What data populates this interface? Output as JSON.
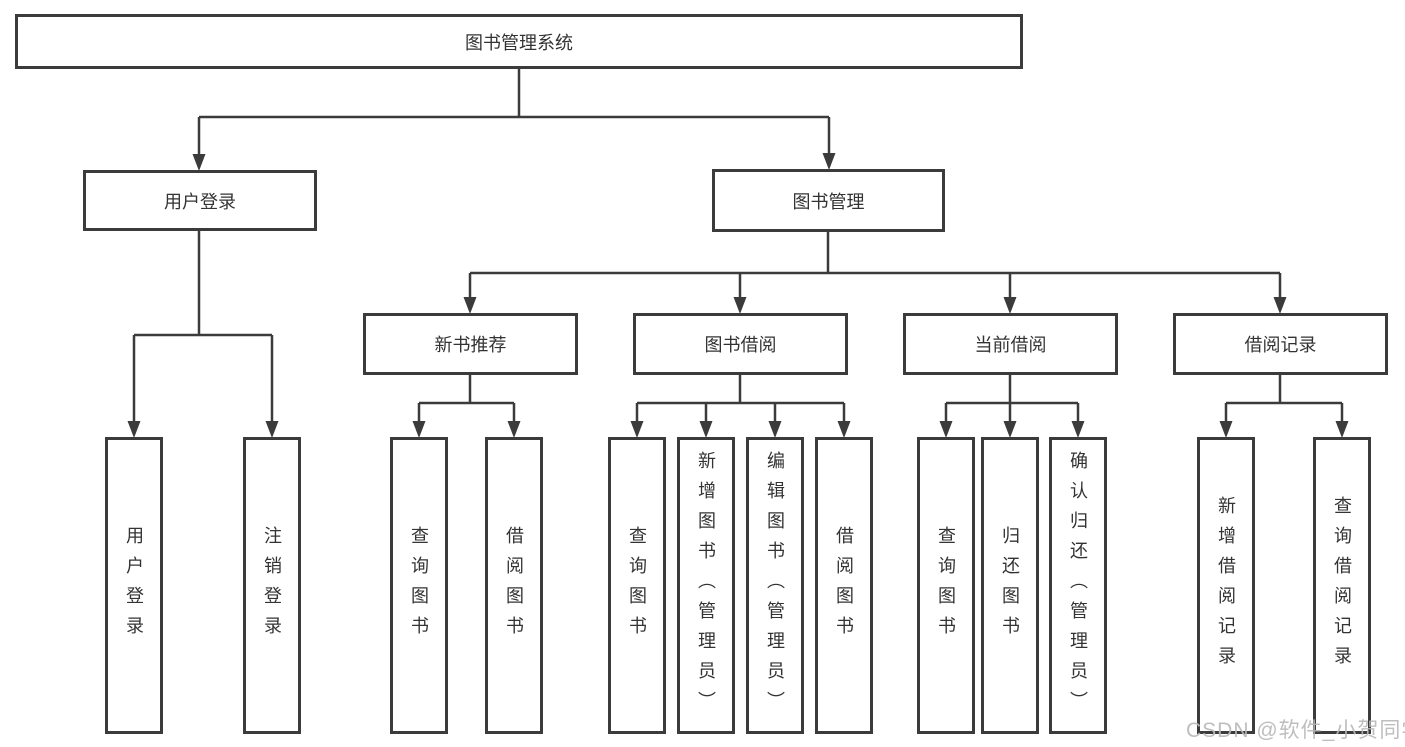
{
  "tree": {
    "root": {
      "label": "图书管理系统",
      "children": [
        {
          "label": "用户登录",
          "children": [
            {
              "label": "用户登录"
            },
            {
              "label": "注销登录"
            }
          ]
        },
        {
          "label": "图书管理",
          "children": [
            {
              "label": "新书推荐",
              "children": [
                {
                  "label": "查询图书"
                },
                {
                  "label": "借阅图书"
                }
              ]
            },
            {
              "label": "图书借阅",
              "children": [
                {
                  "label": "查询图书"
                },
                {
                  "label": "新增图书（管理员）"
                },
                {
                  "label": "编辑图书（管理员）"
                },
                {
                  "label": "借阅图书"
                }
              ]
            },
            {
              "label": "当前借阅",
              "children": [
                {
                  "label": "查询图书"
                },
                {
                  "label": "归还图书"
                },
                {
                  "label": "确认归还（管理员）"
                }
              ]
            },
            {
              "label": "借阅记录",
              "children": [
                {
                  "label": "新增借阅记录"
                },
                {
                  "label": "查询借阅记录"
                }
              ]
            }
          ]
        }
      ]
    }
  },
  "watermark": "CSDN @软件_小贺同学",
  "colors": {
    "line": "#3b3b3b",
    "text": "#333333",
    "background": "#ffffff",
    "watermark": "#b9b9b9"
  }
}
